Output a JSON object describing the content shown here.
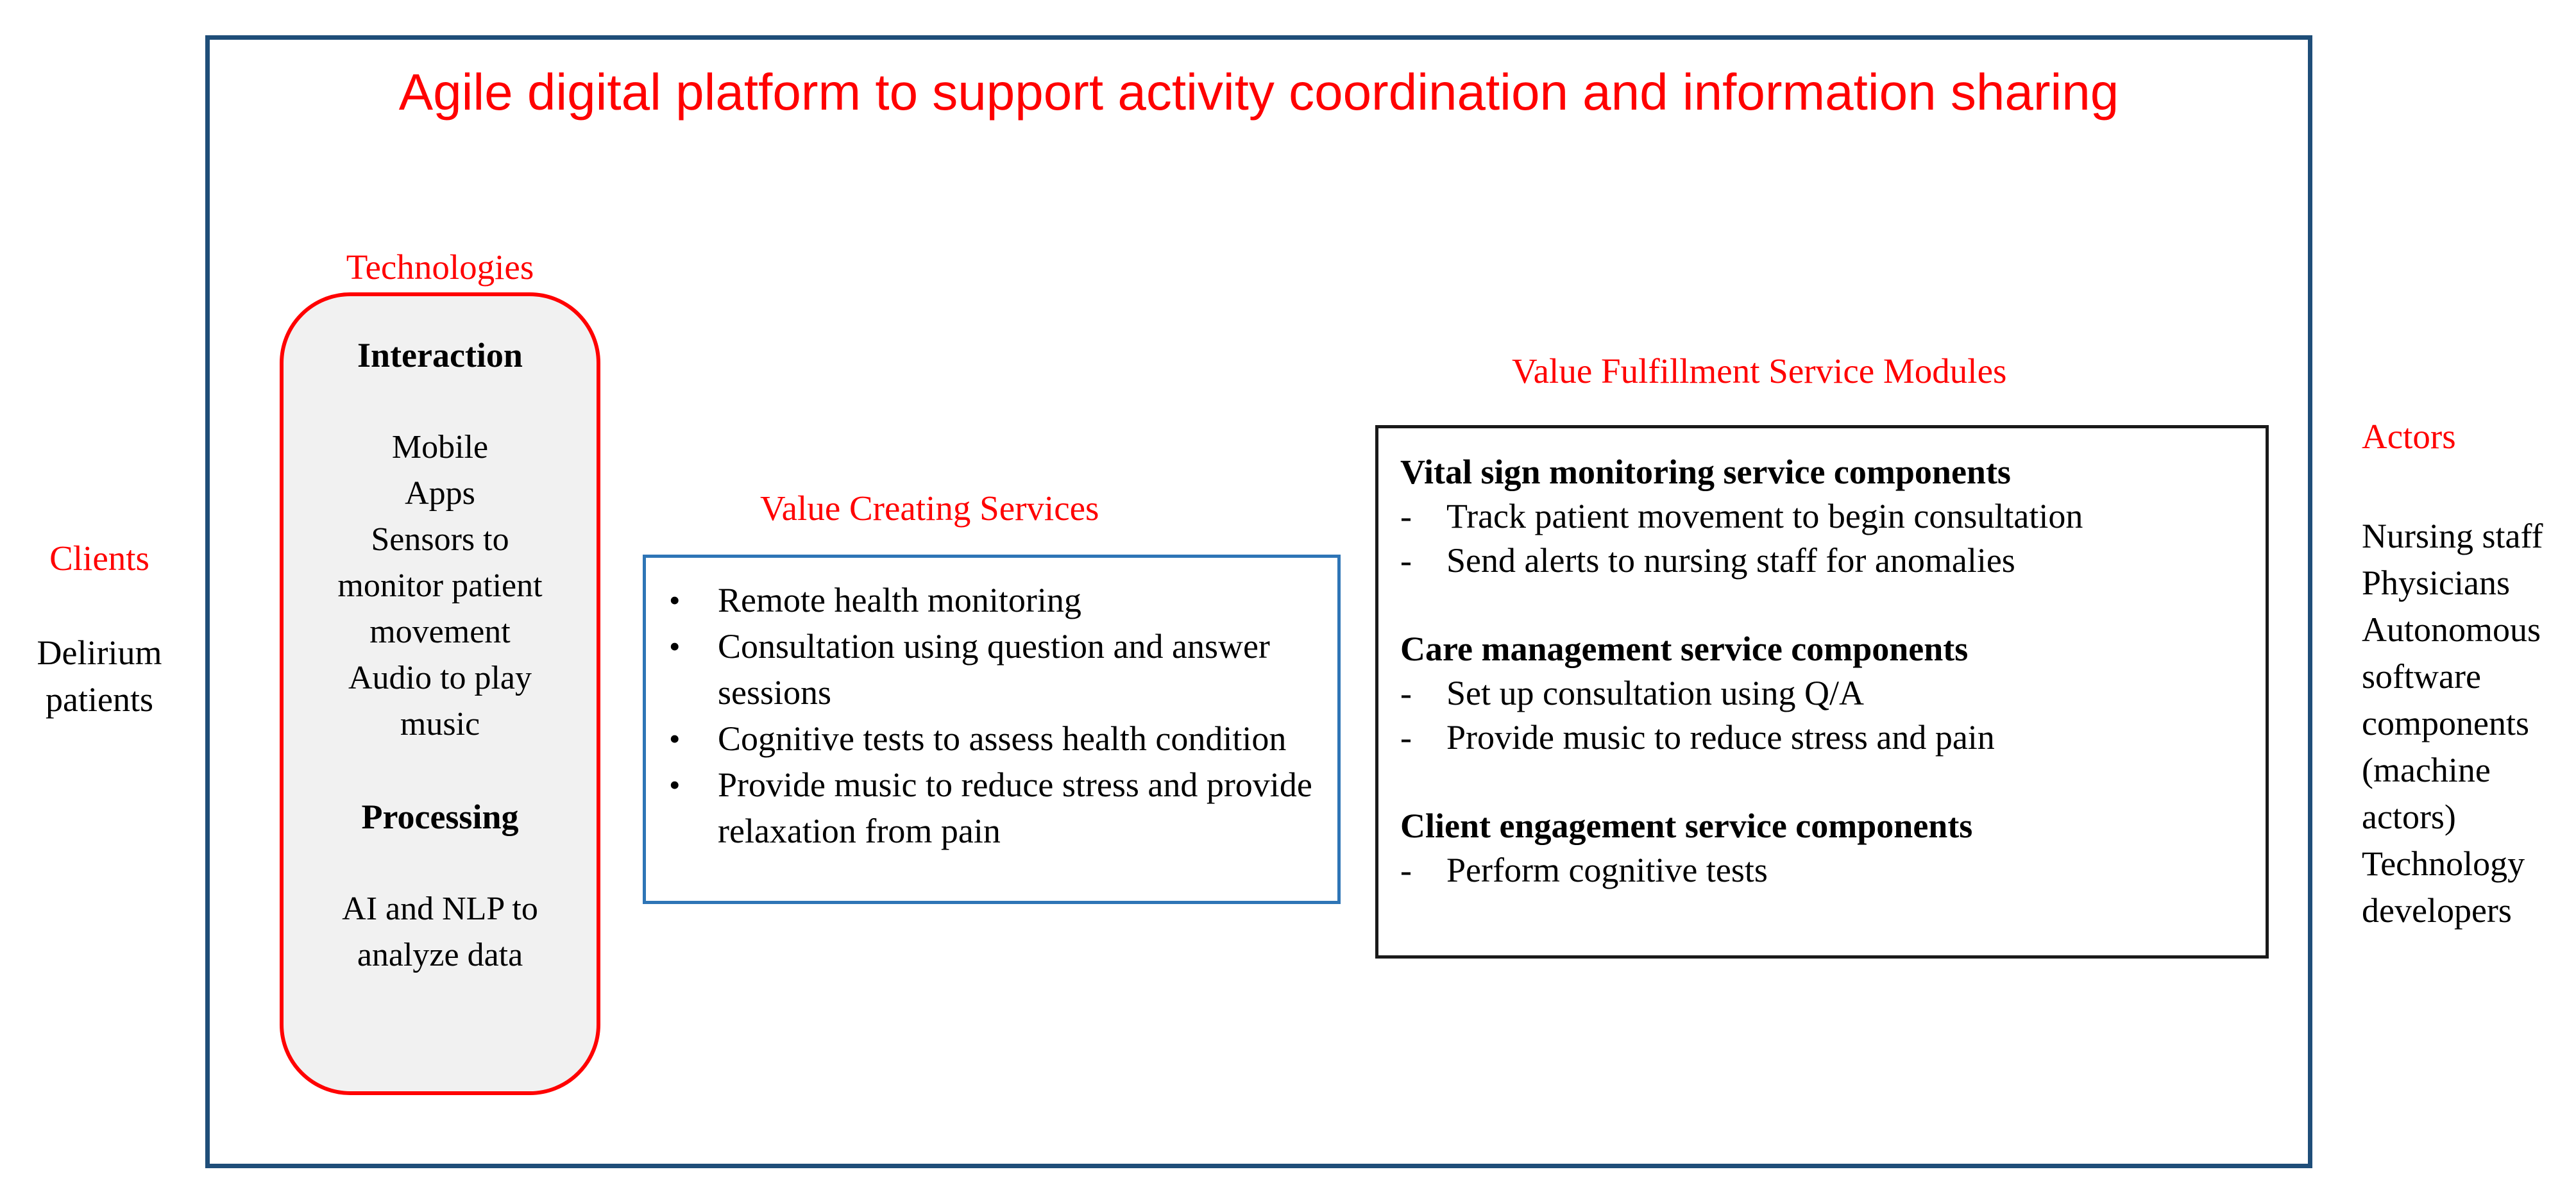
{
  "title": "Agile digital platform to support activity coordination and information sharing",
  "colors": {
    "red": "#ff0000",
    "outer_border": "#1f4e79",
    "services_border": "#2e75b6",
    "modules_border": "#1a1a1a",
    "tech_fill": "#f1f1f1",
    "text": "#000000"
  },
  "clients": {
    "label": "Clients",
    "text": "Delirium patients"
  },
  "technologies": {
    "label": "Technologies",
    "interaction_heading": "Interaction",
    "interaction_lines": [
      "Mobile",
      "Apps",
      "Sensors to",
      "monitor patient",
      "movement",
      "Audio to play",
      "music"
    ],
    "processing_heading": "Processing",
    "processing_lines": [
      "AI and NLP to",
      "analyze data"
    ]
  },
  "services": {
    "label": "Value Creating Services",
    "bullet": "•",
    "items": [
      "Remote health monitoring",
      "Consultation using question and answer sessions",
      "Cognitive tests to assess health condition",
      "Provide music to reduce stress and provide relaxation from pain"
    ]
  },
  "modules": {
    "label": "Value Fulfillment Service Modules",
    "dash": "-",
    "sections": [
      {
        "heading": "Vital sign monitoring service components",
        "items": [
          "Track patient movement to begin consultation",
          "Send alerts to nursing staff for anomalies"
        ]
      },
      {
        "heading": "Care management service components",
        "items": [
          "Set up consultation using Q/A",
          "Provide music to reduce stress and pain"
        ]
      },
      {
        "heading": "Client engagement service components",
        "items": [
          "Perform cognitive tests"
        ]
      }
    ]
  },
  "actors": {
    "label": "Actors",
    "items": [
      "Nursing staff",
      "Physicians",
      "Autonomous software components (machine actors)",
      "Technology developers"
    ]
  }
}
